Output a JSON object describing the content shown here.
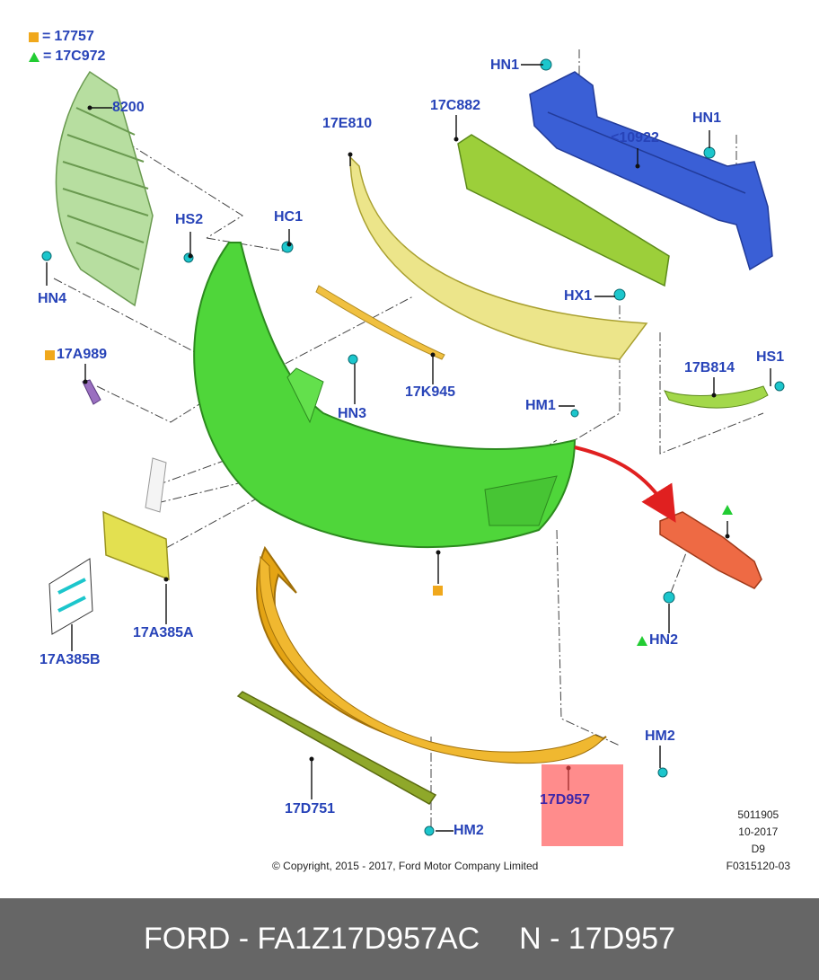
{
  "legend": [
    {
      "marker": "square",
      "color": "#f0a81c",
      "eq": "=",
      "code": "17757"
    },
    {
      "marker": "triangle",
      "color": "#22cc33",
      "eq": "=",
      "code": "17C972"
    }
  ],
  "callouts": {
    "p8200": "8200",
    "hs2": "HS2",
    "hc1": "HC1",
    "hn4": "HN4",
    "p17e810": "17E810",
    "p17c882": "17C882",
    "hn1_top": "HN1",
    "hn1_right": "HN1",
    "p10922": "<10922",
    "hx1": "HX1",
    "p17a989": "17A989",
    "hn3": "HN3",
    "p17k945": "17K945",
    "p17b814": "17B814",
    "hs1": "HS1",
    "hm1": "HM1",
    "hn2": "HN2",
    "p17a385a": "17A385A",
    "p17a385b": "17A385B",
    "hm2_right": "HM2",
    "p17d957": "17D957",
    "p17d751": "17D751",
    "hm2_bottom": "HM2"
  },
  "meta": {
    "line1": "5011905",
    "line2": "10-2017",
    "line3": "D9",
    "line4": "F0315120-03"
  },
  "copyright": "© Copyright, 2015 - 2017, Ford Motor Company Limited",
  "footer": {
    "left": "FORD - FA1Z17D957AC",
    "right": "N - 17D957"
  },
  "colors": {
    "label": "#2743b8",
    "bumper_cover": "#4fd63a",
    "lower_valance": "#e4a414",
    "reinforcement": "#3a5fd6",
    "grille": "#a8d890",
    "absorber": "#e8e07a",
    "highlight": "#ff4646",
    "footer_bg": "#666666"
  },
  "icons": [
    "push-pin-icon",
    "clip-icon",
    "screw-icon",
    "arrow-icon"
  ]
}
